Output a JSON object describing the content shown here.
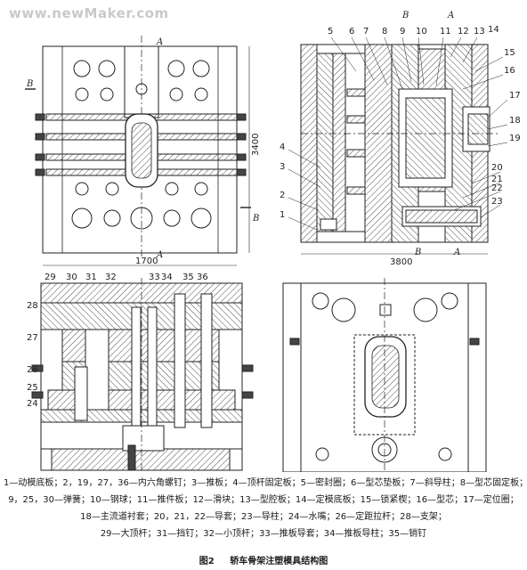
{
  "watermark": "www.newMaker.com",
  "views": {
    "top_left": {
      "dim_width": "1700",
      "dim_height": "3400",
      "section_a_top": "A",
      "section_a_bottom": "A",
      "section_b_left": "B",
      "section_b_right": "B"
    },
    "top_right": {
      "dim_width": "3800",
      "section_b": "B",
      "section_a": "A",
      "section_a_bottom": "A",
      "section_b_bottom": "B",
      "callouts_top": [
        "5",
        "6",
        "7",
        "8",
        "9",
        "10",
        "11",
        "12",
        "13",
        "14",
        "15",
        "16"
      ],
      "callouts_right": [
        "17",
        "18",
        "19",
        "20",
        "21",
        "22",
        "23"
      ],
      "callouts_left": [
        "4",
        "3",
        "2",
        "1"
      ]
    },
    "bottom_left": {
      "callouts_top": [
        "29",
        "30",
        "31",
        "32",
        "33",
        "34",
        "35",
        "36"
      ],
      "callouts_left": [
        "28",
        "27",
        "26",
        "25",
        "24"
      ]
    }
  },
  "legend": {
    "line1": "1—动模底板；2，19，27，36—内六角螺钉；3—推板；4—顶杆固定板；5—密封圈；6—型芯垫板；7—斜导柱；8—型芯固定板；",
    "line2": "9，25，30—弹簧；10—钢球；11—推件板；12—滑块；13—型腔板；14—定模底板；15—锁紧楔；16—型芯；17—定位圈；",
    "line3": "18—主流道衬套；20，21，22—导套；23—导柱；24—水嘴；26—定距拉杆；28—支架；",
    "line4": "29—大顶杆；31—挡钉；32—小顶杆；33—推板导套；34—推板导柱；35—销钉"
  },
  "caption": {
    "number": "图2",
    "title": "轿车骨架注塑模具结构图"
  }
}
